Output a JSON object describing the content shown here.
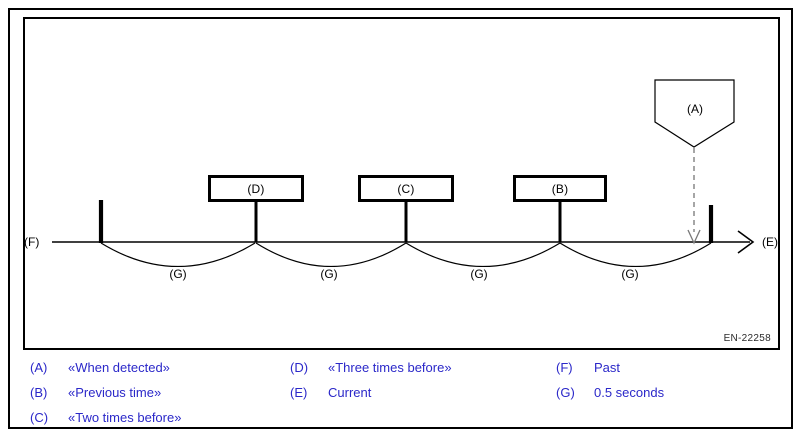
{
  "diagram": {
    "drawing_code": "EN-22258",
    "axis": {
      "start_label": "(F)",
      "end_label": "(E)"
    },
    "callout": {
      "label": "(A)"
    },
    "event_boxes": [
      {
        "label": "(D)"
      },
      {
        "label": "(C)"
      },
      {
        "label": "(B)"
      }
    ],
    "intervals": [
      {
        "label": "(G)"
      },
      {
        "label": "(G)"
      },
      {
        "label": "(G)"
      },
      {
        "label": "(G)"
      }
    ]
  },
  "legend": {
    "accent_color": "#2b28c9",
    "columns": [
      {
        "items": [
          {
            "key": "(A)",
            "text": "«When detected»"
          },
          {
            "key": "(B)",
            "text": "«Previous time»"
          },
          {
            "key": "(C)",
            "text": "«Two times before»"
          }
        ]
      },
      {
        "items": [
          {
            "key": "(D)",
            "text": "«Three times before»"
          },
          {
            "key": "(E)",
            "text": "Current"
          }
        ]
      },
      {
        "items": [
          {
            "key": "(F)",
            "text": "Past"
          },
          {
            "key": "(G)",
            "text": "0.5 seconds"
          }
        ]
      }
    ]
  }
}
